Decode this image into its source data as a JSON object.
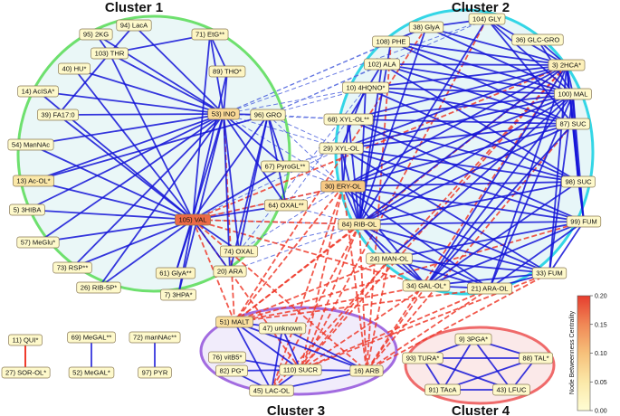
{
  "clusters": [
    {
      "id": "c1",
      "title": "Cluster 1",
      "ring": "#6ee06e",
      "fill": "#eaf7f7"
    },
    {
      "id": "c2",
      "title": "Cluster 2",
      "ring": "#33d6e6",
      "fill": "#e7f6f8"
    },
    {
      "id": "c3",
      "title": "Cluster 3",
      "ring": "#a26be0",
      "fill": "#f1ecfb"
    },
    {
      "id": "c4",
      "title": "Cluster 4",
      "ring": "#ef6a6a",
      "fill": "#fbe9e9"
    }
  ],
  "nodes": [
    {
      "id": "94",
      "label": "94) LacA",
      "centrality": 0.01
    },
    {
      "id": "95",
      "label": "95) 2KG",
      "centrality": 0.01
    },
    {
      "id": "71",
      "label": "71) EtG**",
      "centrality": 0.02
    },
    {
      "id": "103",
      "label": "103) THR",
      "centrality": 0.01
    },
    {
      "id": "40",
      "label": "40) HU*",
      "centrality": 0.01
    },
    {
      "id": "89",
      "label": "89) THO*",
      "centrality": 0.02
    },
    {
      "id": "14",
      "label": "14) AcISA*",
      "centrality": 0.01
    },
    {
      "id": "39",
      "label": "39) FA17:0",
      "centrality": 0.01
    },
    {
      "id": "53",
      "label": "53) INO",
      "centrality": 0.07
    },
    {
      "id": "96",
      "label": "96) GRO",
      "centrality": 0.02
    },
    {
      "id": "54",
      "label": "54) ManNAc",
      "centrality": 0.01
    },
    {
      "id": "67",
      "label": "67) PyroGL**",
      "centrality": 0.02
    },
    {
      "id": "13",
      "label": "13) Ac-OL*",
      "centrality": 0.05
    },
    {
      "id": "64",
      "label": "64) OXAL**",
      "centrality": 0.03
    },
    {
      "id": "5",
      "label": "5) 3HIBA",
      "centrality": 0.01
    },
    {
      "id": "105",
      "label": "105) VAL",
      "centrality": 0.17
    },
    {
      "id": "57",
      "label": "57) MeGlu*",
      "centrality": 0.01
    },
    {
      "id": "74",
      "label": "74) OXAL",
      "centrality": 0.02
    },
    {
      "id": "73",
      "label": "73) RSP**",
      "centrality": 0.01
    },
    {
      "id": "61",
      "label": "61) GlyA**",
      "centrality": 0.02
    },
    {
      "id": "20",
      "label": "20) ARA",
      "centrality": 0.02
    },
    {
      "id": "26",
      "label": "26) RIB-5P*",
      "centrality": 0.01
    },
    {
      "id": "7",
      "label": "7) 3HPA*",
      "centrality": 0.01
    },
    {
      "id": "104",
      "label": "104) GLY",
      "centrality": 0.01
    },
    {
      "id": "38",
      "label": "38) GlyA",
      "centrality": 0.01
    },
    {
      "id": "108",
      "label": "108) PHE",
      "centrality": 0.01
    },
    {
      "id": "36",
      "label": "36) GLC-GRO",
      "centrality": 0.01
    },
    {
      "id": "102",
      "label": "102) ALA",
      "centrality": 0.01
    },
    {
      "id": "3",
      "label": "3) 2HCA*",
      "centrality": 0.03
    },
    {
      "id": "10",
      "label": "10) 4HQNO*",
      "centrality": 0.01
    },
    {
      "id": "100",
      "label": "100) MAL",
      "centrality": 0.01
    },
    {
      "id": "68",
      "label": "68) XYL-OL**",
      "centrality": 0.01
    },
    {
      "id": "87",
      "label": "87) SUC",
      "centrality": 0.01
    },
    {
      "id": "29",
      "label": "29) XYL-OL",
      "centrality": 0.01
    },
    {
      "id": "30",
      "label": "30) ERY-OL",
      "centrality": 0.09
    },
    {
      "id": "98",
      "label": "98) SUC",
      "centrality": 0.01
    },
    {
      "id": "84",
      "label": "84) RIB-OL",
      "centrality": 0.04
    },
    {
      "id": "99",
      "label": "99) FUM",
      "centrality": 0.01
    },
    {
      "id": "24",
      "label": "24) MAN-OL",
      "centrality": 0.01
    },
    {
      "id": "33",
      "label": "33) FUM",
      "centrality": 0.01
    },
    {
      "id": "34",
      "label": "34) GAL-OL*",
      "centrality": 0.02
    },
    {
      "id": "21",
      "label": "21) ARA-OL",
      "centrality": 0.02
    },
    {
      "id": "51",
      "label": "51) MALT",
      "centrality": 0.06
    },
    {
      "id": "47",
      "label": "47) unknown",
      "centrality": 0.01
    },
    {
      "id": "76",
      "label": "76) vitB5*",
      "centrality": 0.01
    },
    {
      "id": "82",
      "label": "82) PG*",
      "centrality": 0.01
    },
    {
      "id": "110",
      "label": "110) SUCR",
      "centrality": 0.01
    },
    {
      "id": "16",
      "label": "16) ARB",
      "centrality": 0.02
    },
    {
      "id": "45",
      "label": "45) LAC-OL",
      "centrality": 0.01
    },
    {
      "id": "9",
      "label": "9) 3PGA*",
      "centrality": 0.01
    },
    {
      "id": "93",
      "label": "93) TURA*",
      "centrality": 0.01
    },
    {
      "id": "88",
      "label": "88) TAL*",
      "centrality": 0.01
    },
    {
      "id": "91",
      "label": "91) TAcA",
      "centrality": 0.01
    },
    {
      "id": "43",
      "label": "43) LFUC",
      "centrality": 0.01
    },
    {
      "id": "11",
      "label": "11) QUI*",
      "centrality": 0.01
    },
    {
      "id": "27",
      "label": "27) SOR-OL*",
      "centrality": 0.01
    },
    {
      "id": "69",
      "label": "69) MeGAL**",
      "centrality": 0.01
    },
    {
      "id": "52",
      "label": "52) MeGAL*",
      "centrality": 0.01
    },
    {
      "id": "72",
      "label": "72) manNAc**",
      "centrality": 0.01
    },
    {
      "id": "97",
      "label": "97) PYR",
      "centrality": 0.01
    }
  ],
  "edges_solid_blue": [
    [
      "71",
      "103"
    ],
    [
      "71",
      "53"
    ],
    [
      "71",
      "105"
    ],
    [
      "71",
      "89"
    ],
    [
      "94",
      "103"
    ],
    [
      "94",
      "53"
    ],
    [
      "95",
      "103"
    ],
    [
      "103",
      "53"
    ],
    [
      "103",
      "105"
    ],
    [
      "103",
      "39"
    ],
    [
      "40",
      "105"
    ],
    [
      "40",
      "53"
    ],
    [
      "14",
      "105"
    ],
    [
      "39",
      "105"
    ],
    [
      "39",
      "53"
    ],
    [
      "54",
      "105"
    ],
    [
      "54",
      "53"
    ],
    [
      "13",
      "105"
    ],
    [
      "13",
      "53"
    ],
    [
      "13",
      "96"
    ],
    [
      "5",
      "105"
    ],
    [
      "5",
      "53"
    ],
    [
      "57",
      "105"
    ],
    [
      "73",
      "105"
    ],
    [
      "73",
      "53"
    ],
    [
      "26",
      "105"
    ],
    [
      "26",
      "53"
    ],
    [
      "7",
      "105"
    ],
    [
      "7",
      "53"
    ],
    [
      "61",
      "105"
    ],
    [
      "20",
      "105"
    ],
    [
      "20",
      "53"
    ],
    [
      "74",
      "105"
    ],
    [
      "74",
      "96"
    ],
    [
      "64",
      "105"
    ],
    [
      "64",
      "53"
    ],
    [
      "67",
      "105"
    ],
    [
      "67",
      "53"
    ],
    [
      "96",
      "53"
    ],
    [
      "96",
      "105"
    ],
    [
      "89",
      "53"
    ],
    [
      "89",
      "105"
    ],
    [
      "61",
      "53"
    ],
    [
      "20",
      "96"
    ],
    [
      "74",
      "53"
    ],
    [
      "64",
      "96"
    ],
    [
      "67",
      "96"
    ],
    [
      "57",
      "53"
    ],
    [
      "14",
      "53"
    ],
    [
      "95",
      "53"
    ],
    [
      "104",
      "100"
    ],
    [
      "104",
      "87"
    ],
    [
      "104",
      "3"
    ],
    [
      "104",
      "84"
    ],
    [
      "38",
      "100"
    ],
    [
      "38",
      "3"
    ],
    [
      "38",
      "84"
    ],
    [
      "108",
      "100"
    ],
    [
      "108",
      "3"
    ],
    [
      "108",
      "87"
    ],
    [
      "108",
      "84"
    ],
    [
      "36",
      "3"
    ],
    [
      "36",
      "100"
    ],
    [
      "102",
      "100"
    ],
    [
      "102",
      "3"
    ],
    [
      "102",
      "84"
    ],
    [
      "102",
      "87"
    ],
    [
      "102",
      "98"
    ],
    [
      "10",
      "100"
    ],
    [
      "10",
      "3"
    ],
    [
      "10",
      "87"
    ],
    [
      "10",
      "98"
    ],
    [
      "10",
      "84"
    ],
    [
      "68",
      "100"
    ],
    [
      "68",
      "3"
    ],
    [
      "68",
      "87"
    ],
    [
      "68",
      "98"
    ],
    [
      "68",
      "99"
    ],
    [
      "68",
      "84"
    ],
    [
      "29",
      "100"
    ],
    [
      "29",
      "3"
    ],
    [
      "29",
      "87"
    ],
    [
      "29",
      "98"
    ],
    [
      "29",
      "99"
    ],
    [
      "29",
      "84"
    ],
    [
      "29",
      "33"
    ],
    [
      "30",
      "100"
    ],
    [
      "30",
      "3"
    ],
    [
      "30",
      "87"
    ],
    [
      "30",
      "98"
    ],
    [
      "30",
      "99"
    ],
    [
      "30",
      "84"
    ],
    [
      "30",
      "33"
    ],
    [
      "30",
      "34"
    ],
    [
      "30",
      "21"
    ],
    [
      "84",
      "100"
    ],
    [
      "84",
      "3"
    ],
    [
      "84",
      "87"
    ],
    [
      "84",
      "98"
    ],
    [
      "84",
      "99"
    ],
    [
      "84",
      "33"
    ],
    [
      "84",
      "34"
    ],
    [
      "84",
      "21"
    ],
    [
      "84",
      "24"
    ],
    [
      "24",
      "99"
    ],
    [
      "24",
      "33"
    ],
    [
      "24",
      "34"
    ],
    [
      "24",
      "21"
    ],
    [
      "24",
      "100"
    ],
    [
      "34",
      "100"
    ],
    [
      "34",
      "3"
    ],
    [
      "34",
      "87"
    ],
    [
      "34",
      "98"
    ],
    [
      "34",
      "99"
    ],
    [
      "34",
      "33"
    ],
    [
      "34",
      "21"
    ],
    [
      "21",
      "100"
    ],
    [
      "21",
      "3"
    ],
    [
      "21",
      "99"
    ],
    [
      "21",
      "33"
    ],
    [
      "33",
      "99"
    ],
    [
      "33",
      "100"
    ],
    [
      "33",
      "3"
    ],
    [
      "99",
      "100"
    ],
    [
      "99",
      "98"
    ],
    [
      "99",
      "87"
    ],
    [
      "99",
      "3"
    ],
    [
      "98",
      "100"
    ],
    [
      "98",
      "87"
    ],
    [
      "98",
      "3"
    ],
    [
      "87",
      "100"
    ],
    [
      "87",
      "3"
    ],
    [
      "100",
      "3"
    ],
    [
      "38",
      "108"
    ],
    [
      "104",
      "38"
    ],
    [
      "102",
      "68"
    ],
    [
      "10",
      "29"
    ],
    [
      "68",
      "30"
    ],
    [
      "29",
      "30"
    ],
    [
      "51",
      "47"
    ],
    [
      "51",
      "110"
    ],
    [
      "51",
      "16"
    ],
    [
      "51",
      "45"
    ],
    [
      "47",
      "110"
    ],
    [
      "47",
      "16"
    ],
    [
      "47",
      "45"
    ],
    [
      "110",
      "16"
    ],
    [
      "110",
      "45"
    ],
    [
      "16",
      "45"
    ],
    [
      "76",
      "110"
    ],
    [
      "82",
      "110"
    ],
    [
      "82",
      "45"
    ],
    [
      "9",
      "93"
    ],
    [
      "9",
      "88"
    ],
    [
      "9",
      "91"
    ],
    [
      "9",
      "43"
    ],
    [
      "93",
      "88"
    ],
    [
      "93",
      "43"
    ],
    [
      "93",
      "91"
    ],
    [
      "88",
      "91"
    ],
    [
      "88",
      "43"
    ],
    [
      "91",
      "43"
    ],
    [
      "69",
      "52"
    ],
    [
      "72",
      "97"
    ]
  ],
  "edges_dashed_blue": [
    [
      "53",
      "38"
    ],
    [
      "53",
      "104"
    ],
    [
      "53",
      "108"
    ],
    [
      "53",
      "10"
    ],
    [
      "53",
      "68"
    ],
    [
      "53",
      "29"
    ],
    [
      "53",
      "30"
    ],
    [
      "96",
      "102"
    ],
    [
      "96",
      "10"
    ],
    [
      "96",
      "68"
    ],
    [
      "96",
      "29"
    ],
    [
      "96",
      "30"
    ],
    [
      "96",
      "104"
    ],
    [
      "67",
      "29"
    ],
    [
      "67",
      "30"
    ],
    [
      "64",
      "30"
    ],
    [
      "64",
      "84"
    ],
    [
      "64",
      "68"
    ],
    [
      "105",
      "30"
    ],
    [
      "105",
      "84"
    ],
    [
      "105",
      "29"
    ],
    [
      "74",
      "30"
    ],
    [
      "74",
      "84"
    ],
    [
      "74",
      "10"
    ],
    [
      "20",
      "84"
    ]
  ],
  "edges_dashed_red": [
    [
      "105",
      "51"
    ],
    [
      "53",
      "51"
    ],
    [
      "105",
      "110"
    ],
    [
      "105",
      "16"
    ],
    [
      "30",
      "51"
    ],
    [
      "30",
      "110"
    ],
    [
      "30",
      "16"
    ],
    [
      "30",
      "45"
    ],
    [
      "84",
      "51"
    ],
    [
      "84",
      "110"
    ],
    [
      "84",
      "16"
    ],
    [
      "84",
      "45"
    ],
    [
      "34",
      "51"
    ],
    [
      "34",
      "110"
    ],
    [
      "34",
      "16"
    ],
    [
      "21",
      "16"
    ],
    [
      "21",
      "110"
    ],
    [
      "21",
      "51"
    ],
    [
      "33",
      "16"
    ],
    [
      "33",
      "110"
    ],
    [
      "24",
      "51"
    ],
    [
      "24",
      "16"
    ],
    [
      "24",
      "110"
    ],
    [
      "3",
      "51"
    ],
    [
      "3",
      "110"
    ],
    [
      "3",
      "16"
    ],
    [
      "3",
      "45"
    ],
    [
      "38",
      "51"
    ],
    [
      "104",
      "110"
    ],
    [
      "108",
      "16"
    ],
    [
      "30",
      "105"
    ],
    [
      "84",
      "105"
    ],
    [
      "3",
      "105"
    ],
    [
      "34",
      "105"
    ],
    [
      "87",
      "16"
    ],
    [
      "99",
      "51"
    ]
  ],
  "edges_solid_red": [
    [
      "11",
      "27"
    ]
  ],
  "colorbar": {
    "title": "Node Betweenness Centrality",
    "min": 0.0,
    "max": 0.2,
    "ticks": [
      "0.00",
      "0.05",
      "0.10",
      "0.15",
      "0.20"
    ],
    "stops": [
      "#fffdd4",
      "#fbe8a8",
      "#f6c07a",
      "#f08856",
      "#e63d2e"
    ]
  },
  "palette": {
    "edge_blue": "#1414d8",
    "edge_dashed_blue": "#5a6ee0",
    "edge_red": "#ef3b2c",
    "node_stroke": "#8a7a55"
  }
}
